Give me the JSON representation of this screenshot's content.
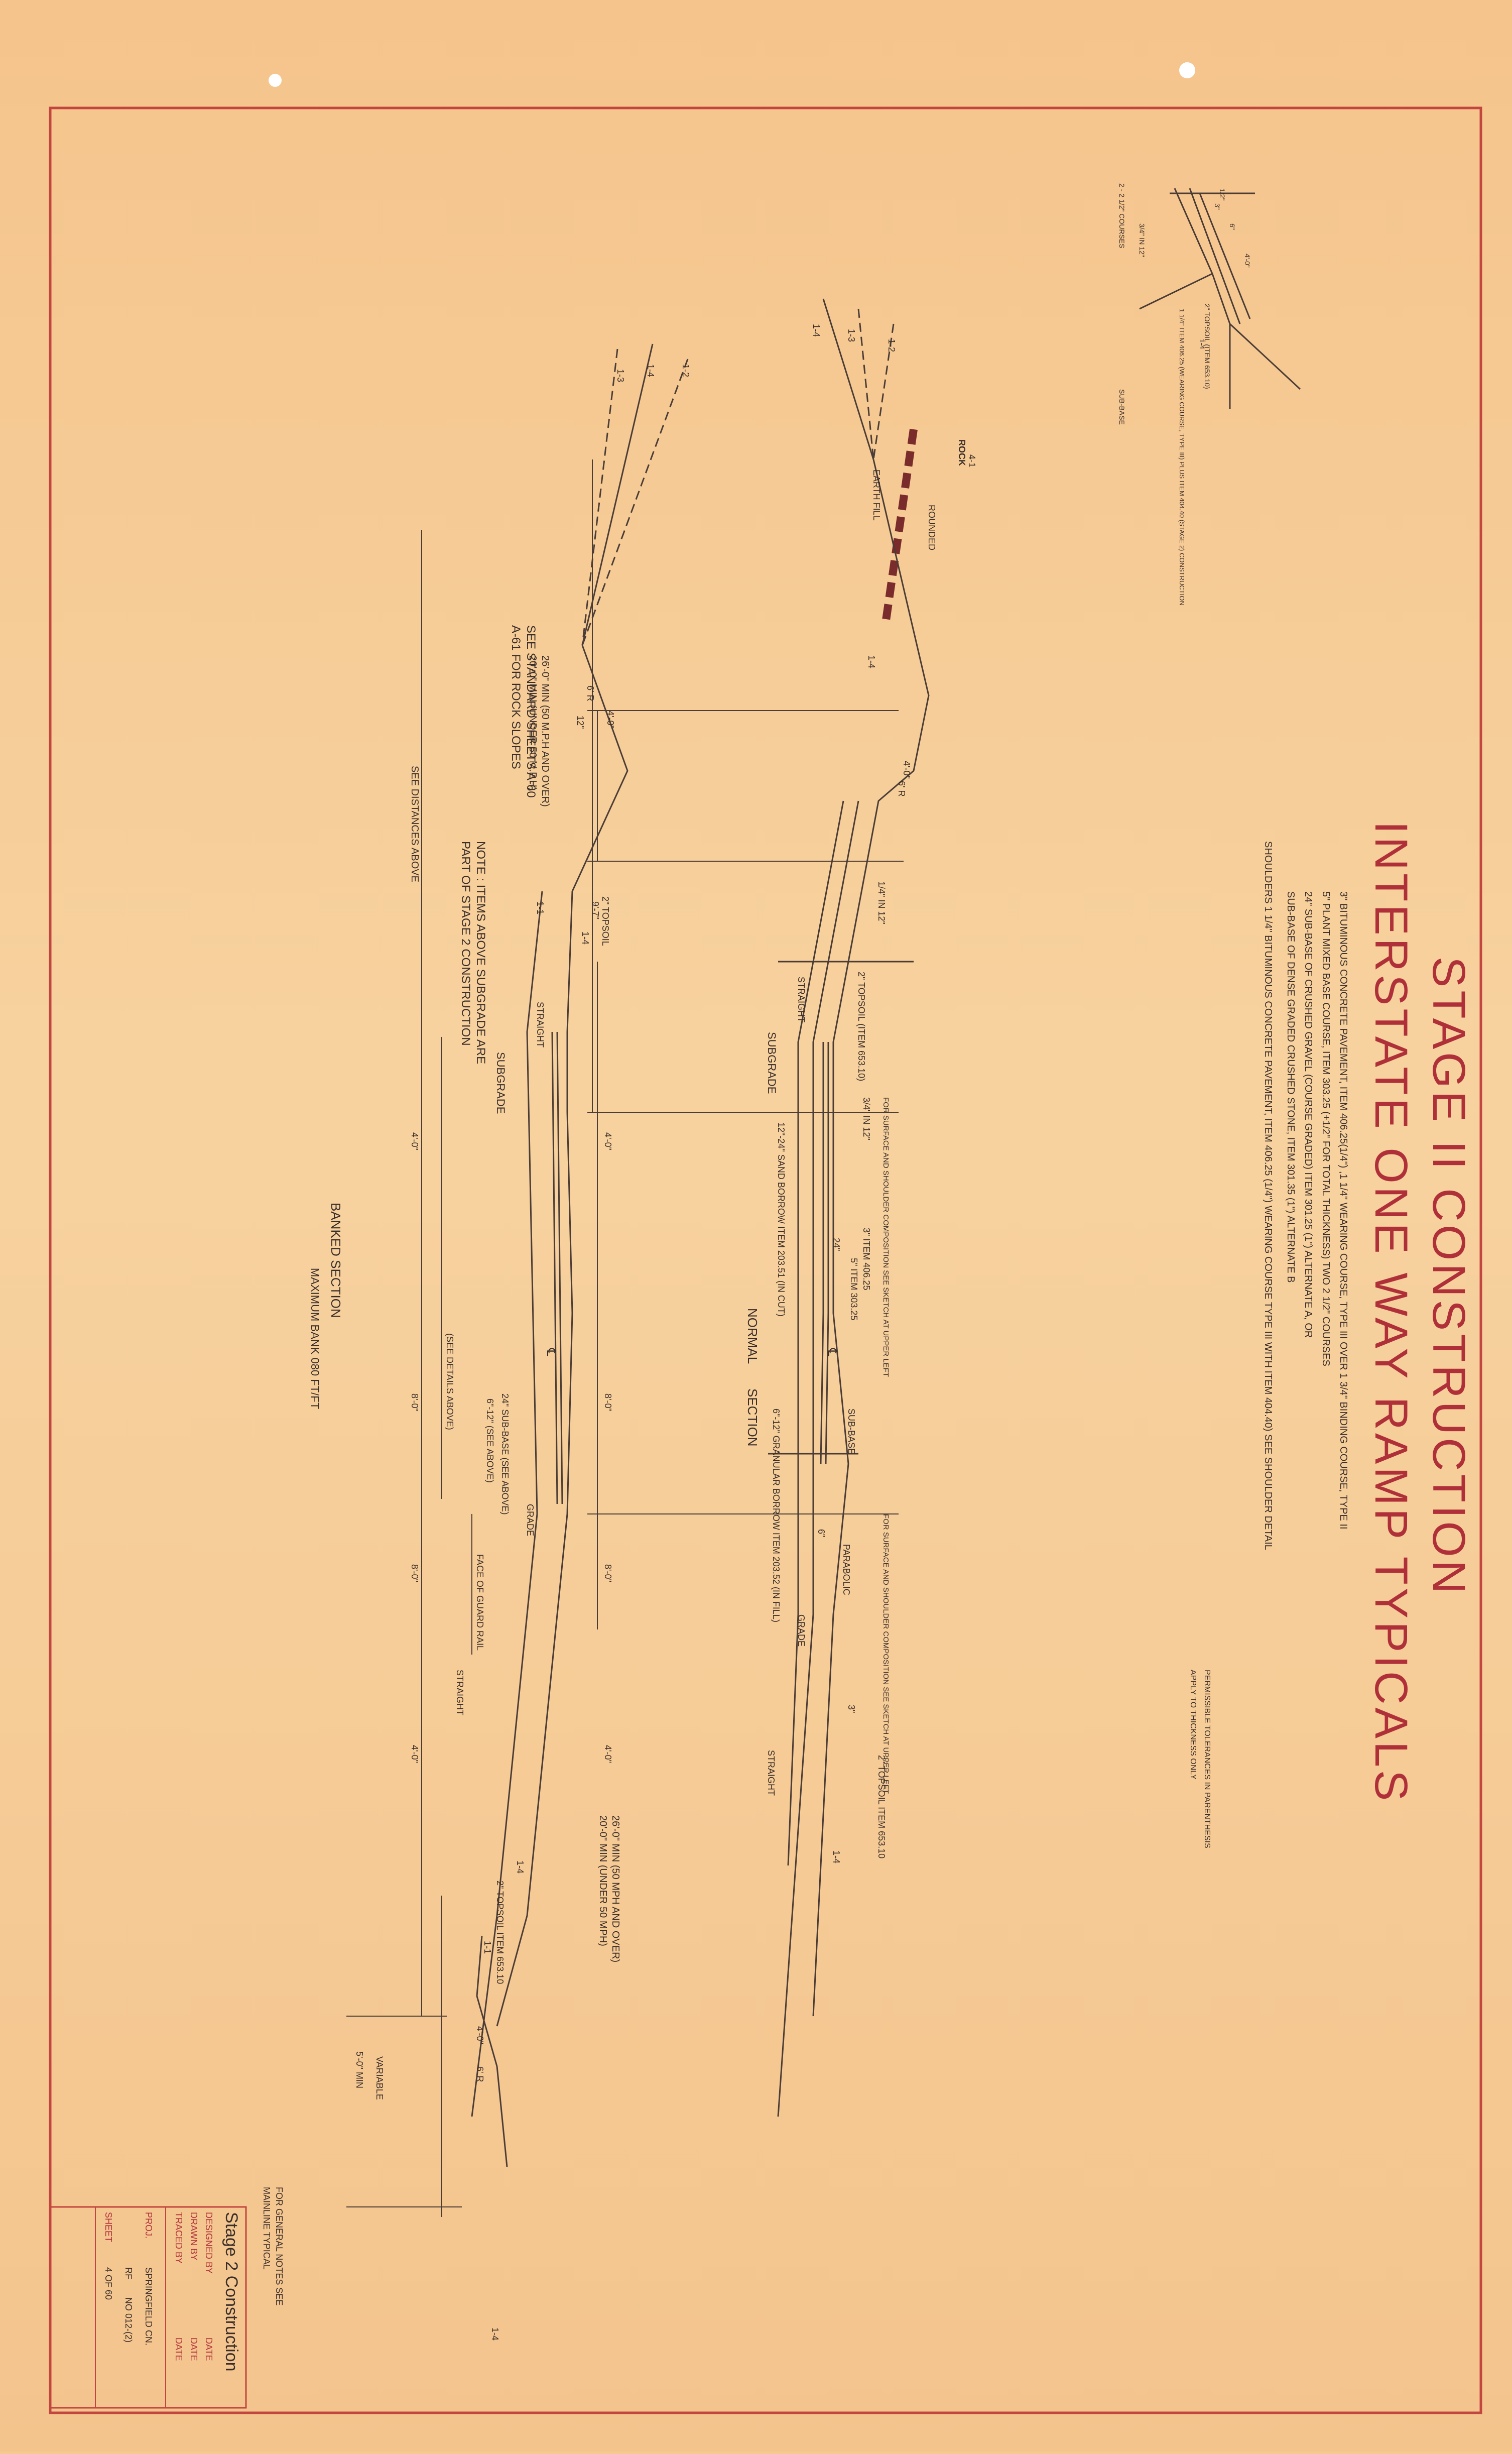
{
  "colors": {
    "paper": "#f6c98e",
    "border": "#c2453f",
    "ink": "#3a2e2a",
    "title_red": "#b0303a"
  },
  "title": {
    "line1": "STAGE II CONSTRUCTION",
    "line2": "INTERSTATE ONE WAY RAMP TYPICALS"
  },
  "spec_notes": [
    "3\" BITUMINOUS CONCRETE PAVEMENT, ITEM 406.25(1/4\") ,1 1/4\" WEARING COURSE, TYPE III OVER 1 3/4\" BINDING COURSE, TYPE II",
    "5\" PLANT MIXED BASE COURSE, ITEM 303.25 (+1/2\" FOR TOTAL THICKNESS) TWO 2 1/2\" COURSES",
    "24\" SUB-BASE OF CRUSHED GRAVEL (COURSE GRADED) ITEM 301.25 (1\") ALTERNATE A, OR",
    "SUB-BASE OF DENSE GRADED CRUSHED STONE, ITEM 301.35 (1\") ALTERNATE B",
    "SHOULDERS 1 1/4\" BITUMINOUS CONCRETE PAVEMENT, ITEM 406.25 (1/4\") WEARING COURSE TYPE III WITH ITEM 404.40) SEE SHOULDER DETAIL"
  ],
  "tolerance_note": [
    "PERMISSIBLE TOLERANCES IN PARENTHESIS",
    "APPLY TO THICKNESS ONLY"
  ],
  "shoulder_detail": {
    "labels": [
      "2 - 2 1/2\" COURSES",
      "4'-0\"",
      "6\"",
      "3/4\" IN 12\"",
      "1/2\"",
      "3\"",
      "SUB-BASE",
      "2\" TOPSOIL (ITEM 653.10)",
      "1-4"
    ],
    "callout": "1 1/4\" ITEM 406.25 (WEARING COURSE, TYPE III) PLUS ITEM 404.40 (STAGE 2) CONSTRUCTION"
  },
  "normal_section": {
    "name_1": "NORMAL",
    "name_2": "SECTION",
    "labels": {
      "rock": "ROCK",
      "rock_slope": "4-1",
      "earth_fill": "EARTH FILL",
      "rounded": "ROUNDED",
      "min_high": "26'-0\" MIN (50 M.P.H AND OVER)",
      "min_low": "20'-0\" MIN (UNDER 50 M.P.H)",
      "four_ft": "4'-0\"",
      "six_r": "6' R",
      "nine_ft": "9'-7\"",
      "one_four": "1/4\" IN 12\"",
      "topsoil": "2\" TOPSOIL (ITEM 653.10)",
      "straight": "STRAIGHT",
      "subgrade": "SUBGRADE",
      "slope_34": "3/4\" IN 12\"",
      "sand_borrow": "12\"-24\" SAND BORROW ITEM 203.51 (IN CUT)",
      "shoulder_4ft": "4'-0\"",
      "eight_ft_a": "8'-0\"",
      "eight_ft_b": "8'-0\"",
      "right_4ft": "4'-0\"",
      "item_406": "3\" ITEM 406.25",
      "item_303": "5\" ITEM 303.25",
      "sub_base": "SUB-BASE",
      "granular": "6\"-12\" GRANULAR BORROW ITEM 203.52 (IN FILL)",
      "parabolic": "PARABOLIC",
      "grade": "GRADE",
      "twenty_four": "24\"",
      "six_in": "6\"",
      "three_in": "3\"",
      "surface_note_left": "FOR SURFACE AND SHOULDER COMPOSITION SEE SKETCH AT UPPER LEFT",
      "surface_note_right": "FOR SURFACE AND SHOULDER COMPOSITION SEE SKETCH AT UPPER LEFT",
      "topsoil_right": "2\" TOPSOIL ITEM 653.10",
      "straight_right": "STRAIGHT",
      "one_four_right": "1-4",
      "slopes": [
        "1-4",
        "1-3",
        "1-2",
        "1-4"
      ]
    }
  },
  "banked_section": {
    "name_1": "BANKED SECTION",
    "name_2": "MAXIMUM BANK 080 FT/FT",
    "labels": {
      "see_distances": "SEE DISTANCES ABOVE",
      "see_standard_1": "SEE STANDARD SHEETS A-60",
      "see_standard_2": "A-61 FOR ROCK SLOPES",
      "note_1": "NOTE : ITEMS ABOVE SUBGRADE ARE",
      "note_2": "PART OF STAGE 2 CONSTRUCTION",
      "four_ft": "4'-0\"",
      "six_r": "6' R",
      "twelve": "12\"",
      "topsoil": "2\" TOPSOIL",
      "straight": "STRAIGHT",
      "subgrade": "SUBGRADE",
      "one_one": "1-1",
      "one_four": "1-4",
      "shoulder_4ft": "4'-0\"",
      "eight_a": "8'-0\"",
      "eight_b": "8'-0\"",
      "right_4ft": "4'-0\"",
      "see_details": "(SEE DETAILS ABOVE)",
      "sub_base": "24\" SUB-BASE (SEE ABOVE)",
      "sub_base_b": "6\"-12\" (SEE ABOVE)",
      "grade": "GRADE",
      "guard_rail": "FACE OF GUARD RAIL",
      "straight_b": "STRAIGHT",
      "topsoil_b": "2\" TOPSOIL ITEM 653.10",
      "min_high": "26'-0\" MIN (50 MPH AND OVER)",
      "min_low": "20'-0\" MIN (UNDER 50 MPH)",
      "variable": "VARIABLE",
      "five_min": "5'-0\" MIN",
      "four_b": "4'-0\"",
      "six_r_b": "6' R",
      "slopes": [
        "1-4",
        "1-3",
        "1-2",
        "1-4",
        "1-4",
        "1-1"
      ]
    }
  },
  "title_block": {
    "note_1": "FOR GENERAL NOTES SEE",
    "note_2": "MAINLINE TYPICAL",
    "stage": "Stage 2 Construction",
    "designed": "DESIGNED BY",
    "drawn": "DRAWN BY",
    "traced": "TRACED BY",
    "date": "DATE",
    "proj": "PROJ.",
    "proj_value": "SPRINGFIELD CN.",
    "rf": "RF",
    "rf_no": "NO  012-(2)",
    "sheet": "SHEET",
    "sheet_of": "4  OF  60"
  }
}
